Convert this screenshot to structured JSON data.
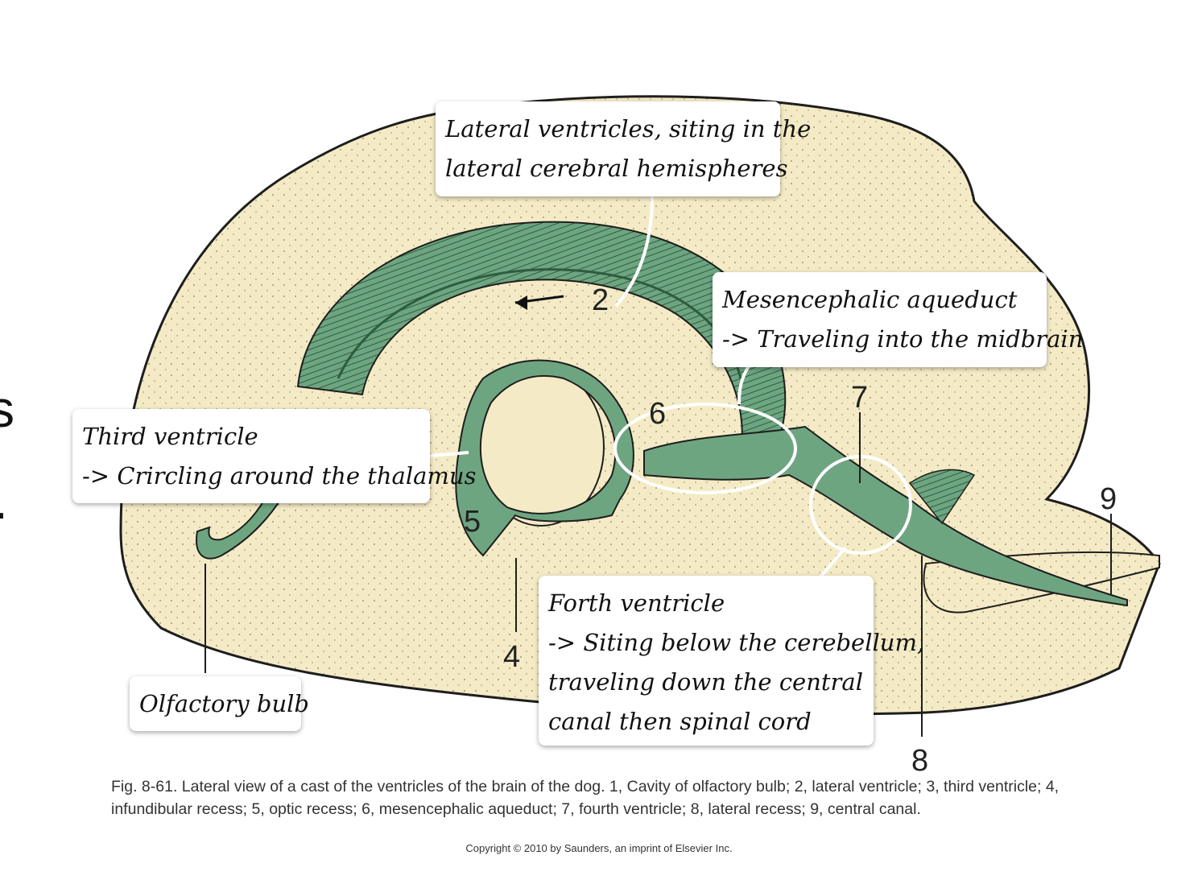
{
  "colors": {
    "brain_fill": "#f4ebc6",
    "ventricle_fill": "#6ea581",
    "ventricle_dark": "#2f5c41",
    "outline": "#1e1e1e",
    "callout_bg": "#ffffff"
  },
  "edge_glyphs": [
    "s",
    "."
  ],
  "numbers": [
    "2",
    "4",
    "5",
    "6",
    "7",
    "8",
    "9"
  ],
  "callouts": {
    "lateral": {
      "lines": [
        "Lateral ventricles, siting in the",
        "lateral cerebral hemispheres"
      ]
    },
    "mesencephalic": {
      "lines": [
        "Mesencephalic aqueduct",
        "-> Traveling into the midbrain"
      ]
    },
    "third": {
      "lines": [
        "Third ventricle",
        "-> Crircling around the thalamus"
      ]
    },
    "fourth": {
      "lines": [
        "Forth ventricle",
        "-> Siting below the cerebellum,",
        "traveling down the central",
        "canal then spinal cord"
      ]
    },
    "olfactory": {
      "lines": [
        "Olfactory bulb"
      ]
    }
  },
  "caption": "Fig. 8-61. Lateral view of a cast of the ventricles of the brain of the dog. 1, Cavity of olfactory bulb; 2, lateral ventricle; 3, third ventricle; 4, infundibular recess; 5, optic recess; 6, mesencephalic aqueduct; 7, fourth ventricle; 8, lateral recess; 9, central canal.",
  "copyright": "Copyright © 2010 by Saunders, an imprint of Elsevier Inc."
}
